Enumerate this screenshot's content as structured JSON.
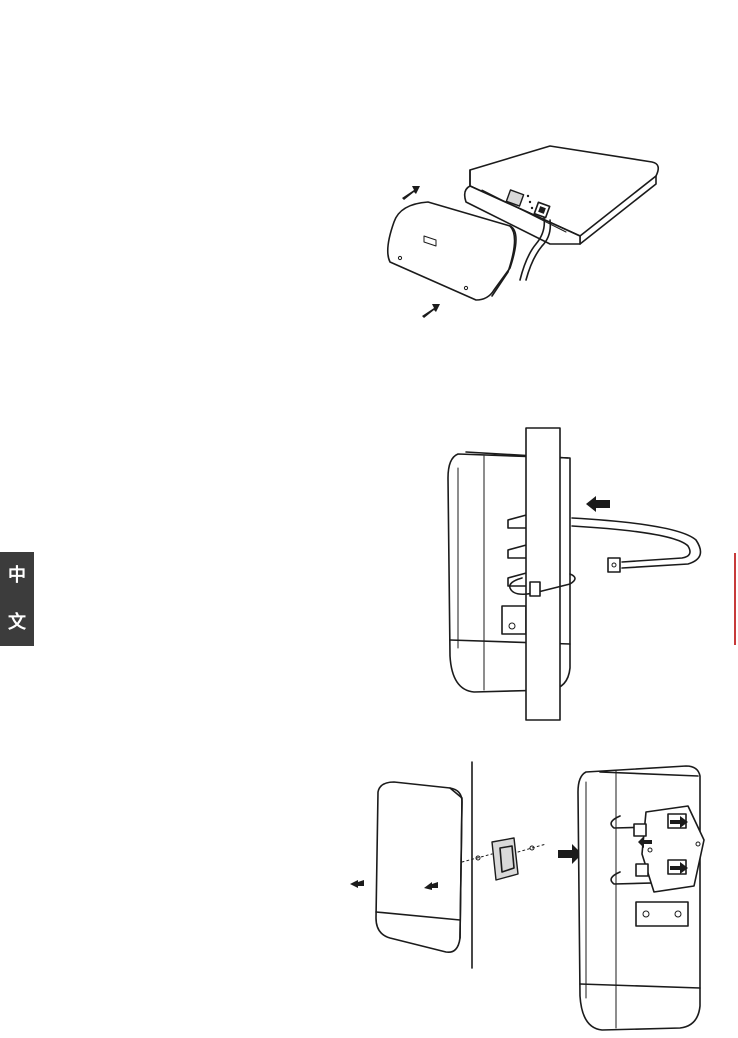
{
  "language_tab": {
    "char_top": "中",
    "char_bottom": "文"
  },
  "figures": {
    "step1": {
      "icon": "cover-removal-illustration"
    },
    "step2": {
      "icon": "pole-strap-illustration"
    },
    "step3": {
      "icon": "wall-bracket-illustration"
    }
  },
  "accent_color": "#c73a3a",
  "tab_color": "#3c3c3c"
}
